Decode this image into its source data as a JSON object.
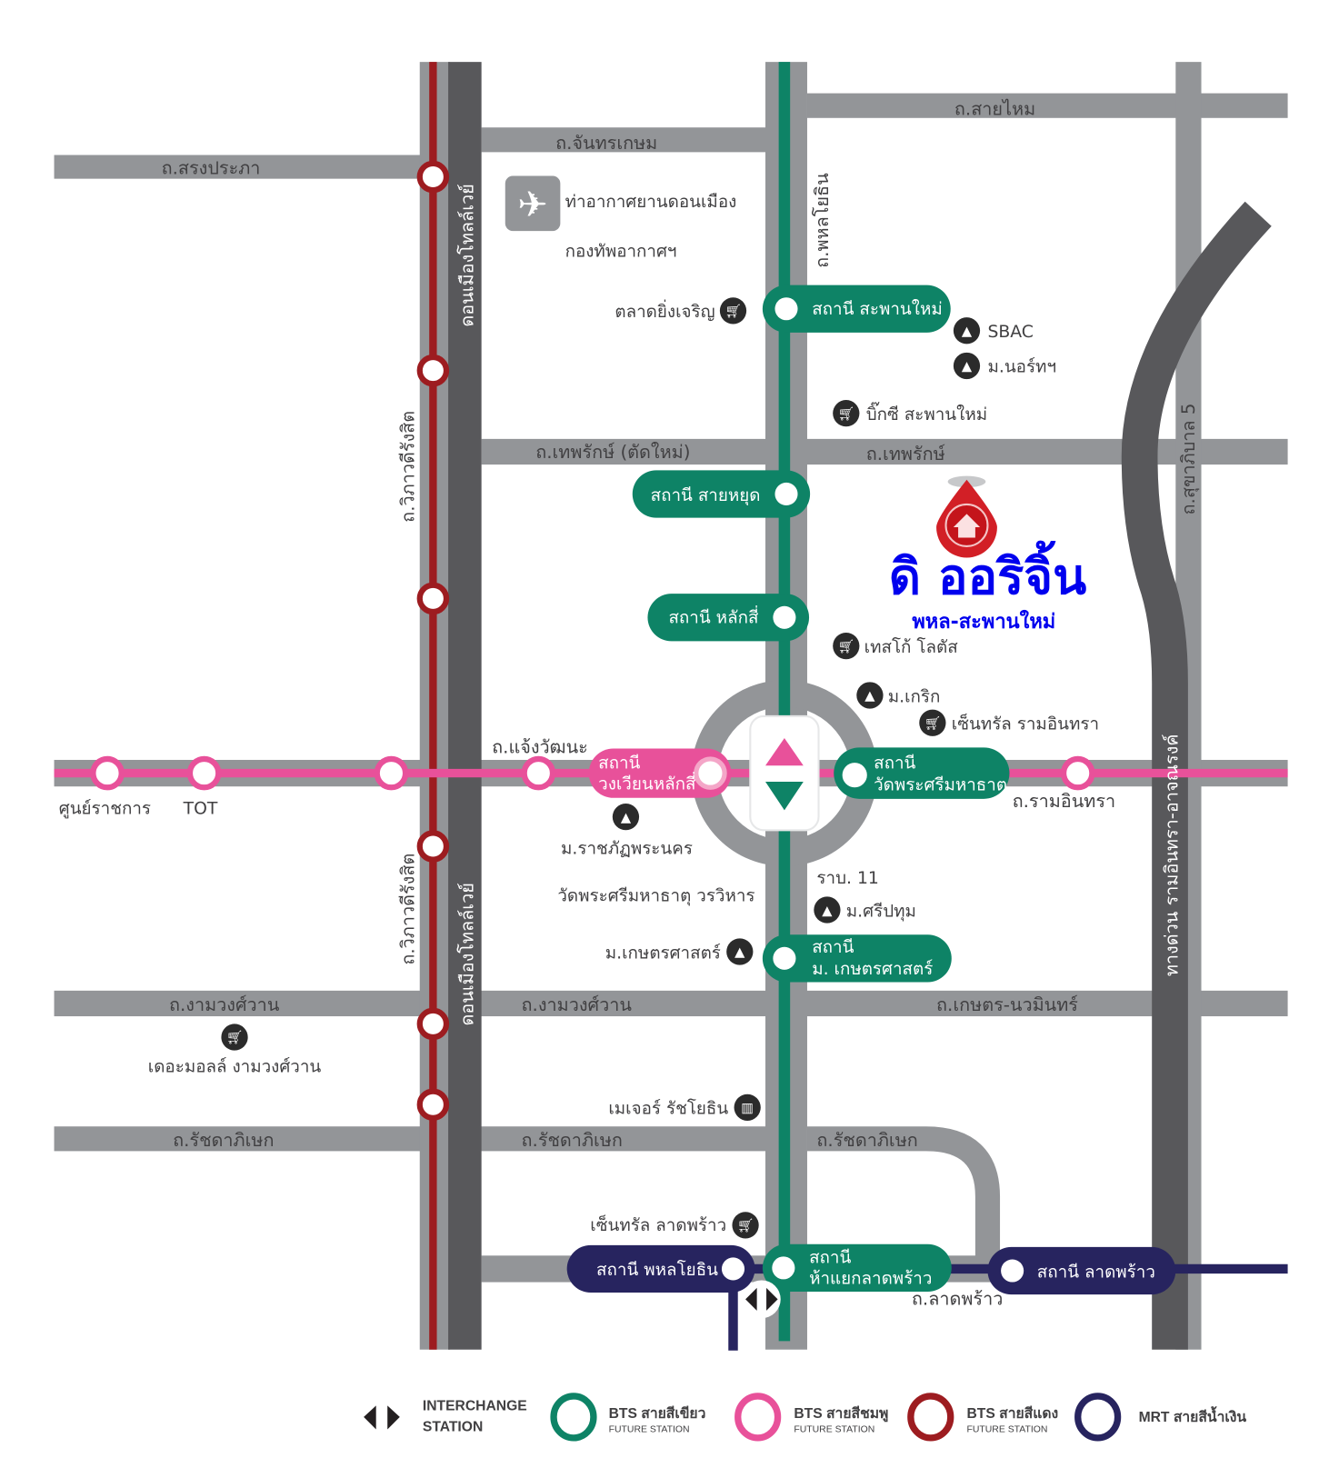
{
  "colors": {
    "road": "#939598",
    "tollway": "#58585b",
    "bts_green": "#0e8366",
    "bts_pink": "#e8519a",
    "bts_red": "#9d1c20",
    "mrt_blue": "#27245f",
    "brand": "#0000ee"
  },
  "project": {
    "name": "ดิ ออริจิ้น",
    "subtitle": "พหล-สะพานใหม่",
    "icon": "house-pin-icon"
  },
  "roads": {
    "songprapa": "ถ.สรงประภา",
    "chanthorn": "ถ.จันทรเกษม",
    "saimai": "ถ.สายไหม",
    "phahon": "ถ.พหลโยธิน",
    "theparak_new": "ถ.เทพรักษ์ (ตัดใหม่)",
    "theparak": "ถ.เทพรักษ์",
    "sukhaphiban5": "ถ.สุขาภิบาล 5",
    "vibhavadi_top": "ถ.วิภาวดีรังสิต",
    "vibhavadi_bottom": "ถ.วิภาวดีรังสิต",
    "tollway_top": "ดอนเมืองโทลล์เวย์",
    "tollway_bottom": "ดอนเมืองโทลล์เวย์",
    "chaengwattana": "ถ.แจ้งวัฒนะ",
    "ramintra": "ถ.รามอินทรา",
    "expressway": "ทางด่วน รามอินทรา-อาจณรงค์",
    "ngamwongwan_left": "ถ.งามวงศ์วาน",
    "ngamwongwan_mid": "ถ.งามวงศ์วาน",
    "kaset_nawamin": "ถ.เกษตร-นวมินทร์",
    "ratchada_left": "ถ.รัชดาภิเษก",
    "ratchada_mid": "ถ.รัชดาภิเษก",
    "ratchada_right": "ถ.รัชดาภิเษก",
    "ladprao": "ถ.ลาดพร้าว",
    "rab11": "ราบ. 11"
  },
  "stations": {
    "saphan_mai": "สถานี สะพานใหม่",
    "sai_yud": "สถานี สายหยุด",
    "lak_si": "สถานี หลักสี่",
    "wongwian_l1": "สถานี",
    "wongwian_l2": "วงเวียนหลักสี่",
    "wat_phra_l1": "สถานี",
    "wat_phra_l2": "วัดพระศรีมหาธาตุ",
    "kaset_l1": "สถานี",
    "kaset_l2": "ม. เกษตรศาสตร์",
    "ha_yaek_l1": "สถานี",
    "ha_yaek_l2": "ห้าแยกลาดพร้าว",
    "mrt_phahon": "สถานี พหลโยธิน",
    "mrt_ladprao": "สถานี ลาดพร้าว",
    "pink_1": "ศูนย์ราชการ",
    "pink_2": "TOT"
  },
  "landmarks": {
    "airport": "ท่าอากาศยานดอนเมือง",
    "airforce": "กองทัพอากาศฯ",
    "yingcharoen": "ตลาดยิ่งเจริญ",
    "sbac": "SBAC",
    "north": "ม.นอร์ทฯ",
    "bigc": "บิ๊กซี สะพานใหม่",
    "tesco": "เทสโก้ โลตัส",
    "krirk": "ม.เกริก",
    "central_ramintra": "เซ็นทรัล รามอินทรา",
    "rajabhat": "ม.ราชภัฏพระนคร",
    "wat_mahathat": "วัดพระศรีมหาธาตุ วรวิหาร",
    "sripatum": "ม.ศรีปทุม",
    "ku": "ม.เกษตรศาสตร์",
    "mall_ngamwong": "เดอะมอลล์ งามวงศ์วาน",
    "major": "เมเจอร์ รัชโยธิน",
    "central_ladprao": "เซ็นทรัล ลาดพร้าว"
  },
  "legend": {
    "interchange_l1": "INTERCHANGE",
    "interchange_l2": "STATION",
    "green": "BTS สายสีเขียว",
    "pink": "BTS สายสีชมพู",
    "red": "BTS สายสีแดง",
    "mrt": "MRT สายสีน้ำเงิน",
    "future": "FUTURE STATION"
  }
}
